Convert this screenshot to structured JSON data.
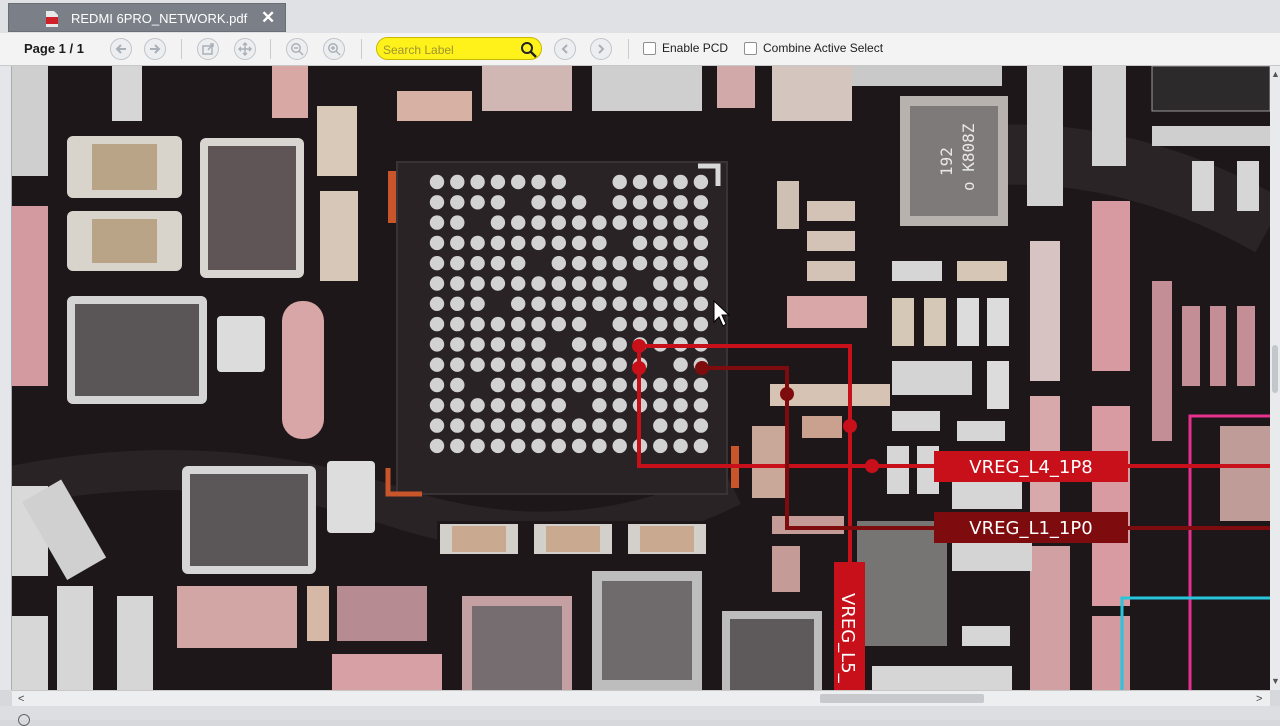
{
  "tab": {
    "title": "REDMI 6PRO_NETWORK.pdf",
    "close_glyph": "✕"
  },
  "toolbar": {
    "page_label": "Page 1 / 1",
    "search_placeholder": "Search Label",
    "enable_pcd_label": "Enable PCD",
    "combine_active_select_label": "Combine Active Select",
    "enable_pcd_checked": false,
    "combine_active_select_checked": false,
    "icons": [
      "arrow-left-icon",
      "arrow-right-icon",
      "export-icon",
      "move-icon",
      "zoom-out-icon",
      "zoom-in-icon",
      "search-icon",
      "prev-match-icon",
      "next-match-icon"
    ]
  },
  "board": {
    "net_labels": {
      "l4": "VREG_L4_1P8",
      "l1": "VREG_L1_1P0",
      "l5": "VREG_L5_"
    },
    "chip_markings": {
      "line1": "192",
      "line2": "o K808Z"
    },
    "colors": {
      "l4_trace": "#c8101a",
      "l1_trace": "#7e0b0e",
      "l5_trace": "#c8101a",
      "pink_outline": "#e8308c",
      "cyan_outline": "#27c6dc"
    }
  },
  "scrollbars": {
    "left_glyph": "<",
    "right_glyph": ">",
    "up_glyph": "▲",
    "down_glyph": "▼"
  }
}
